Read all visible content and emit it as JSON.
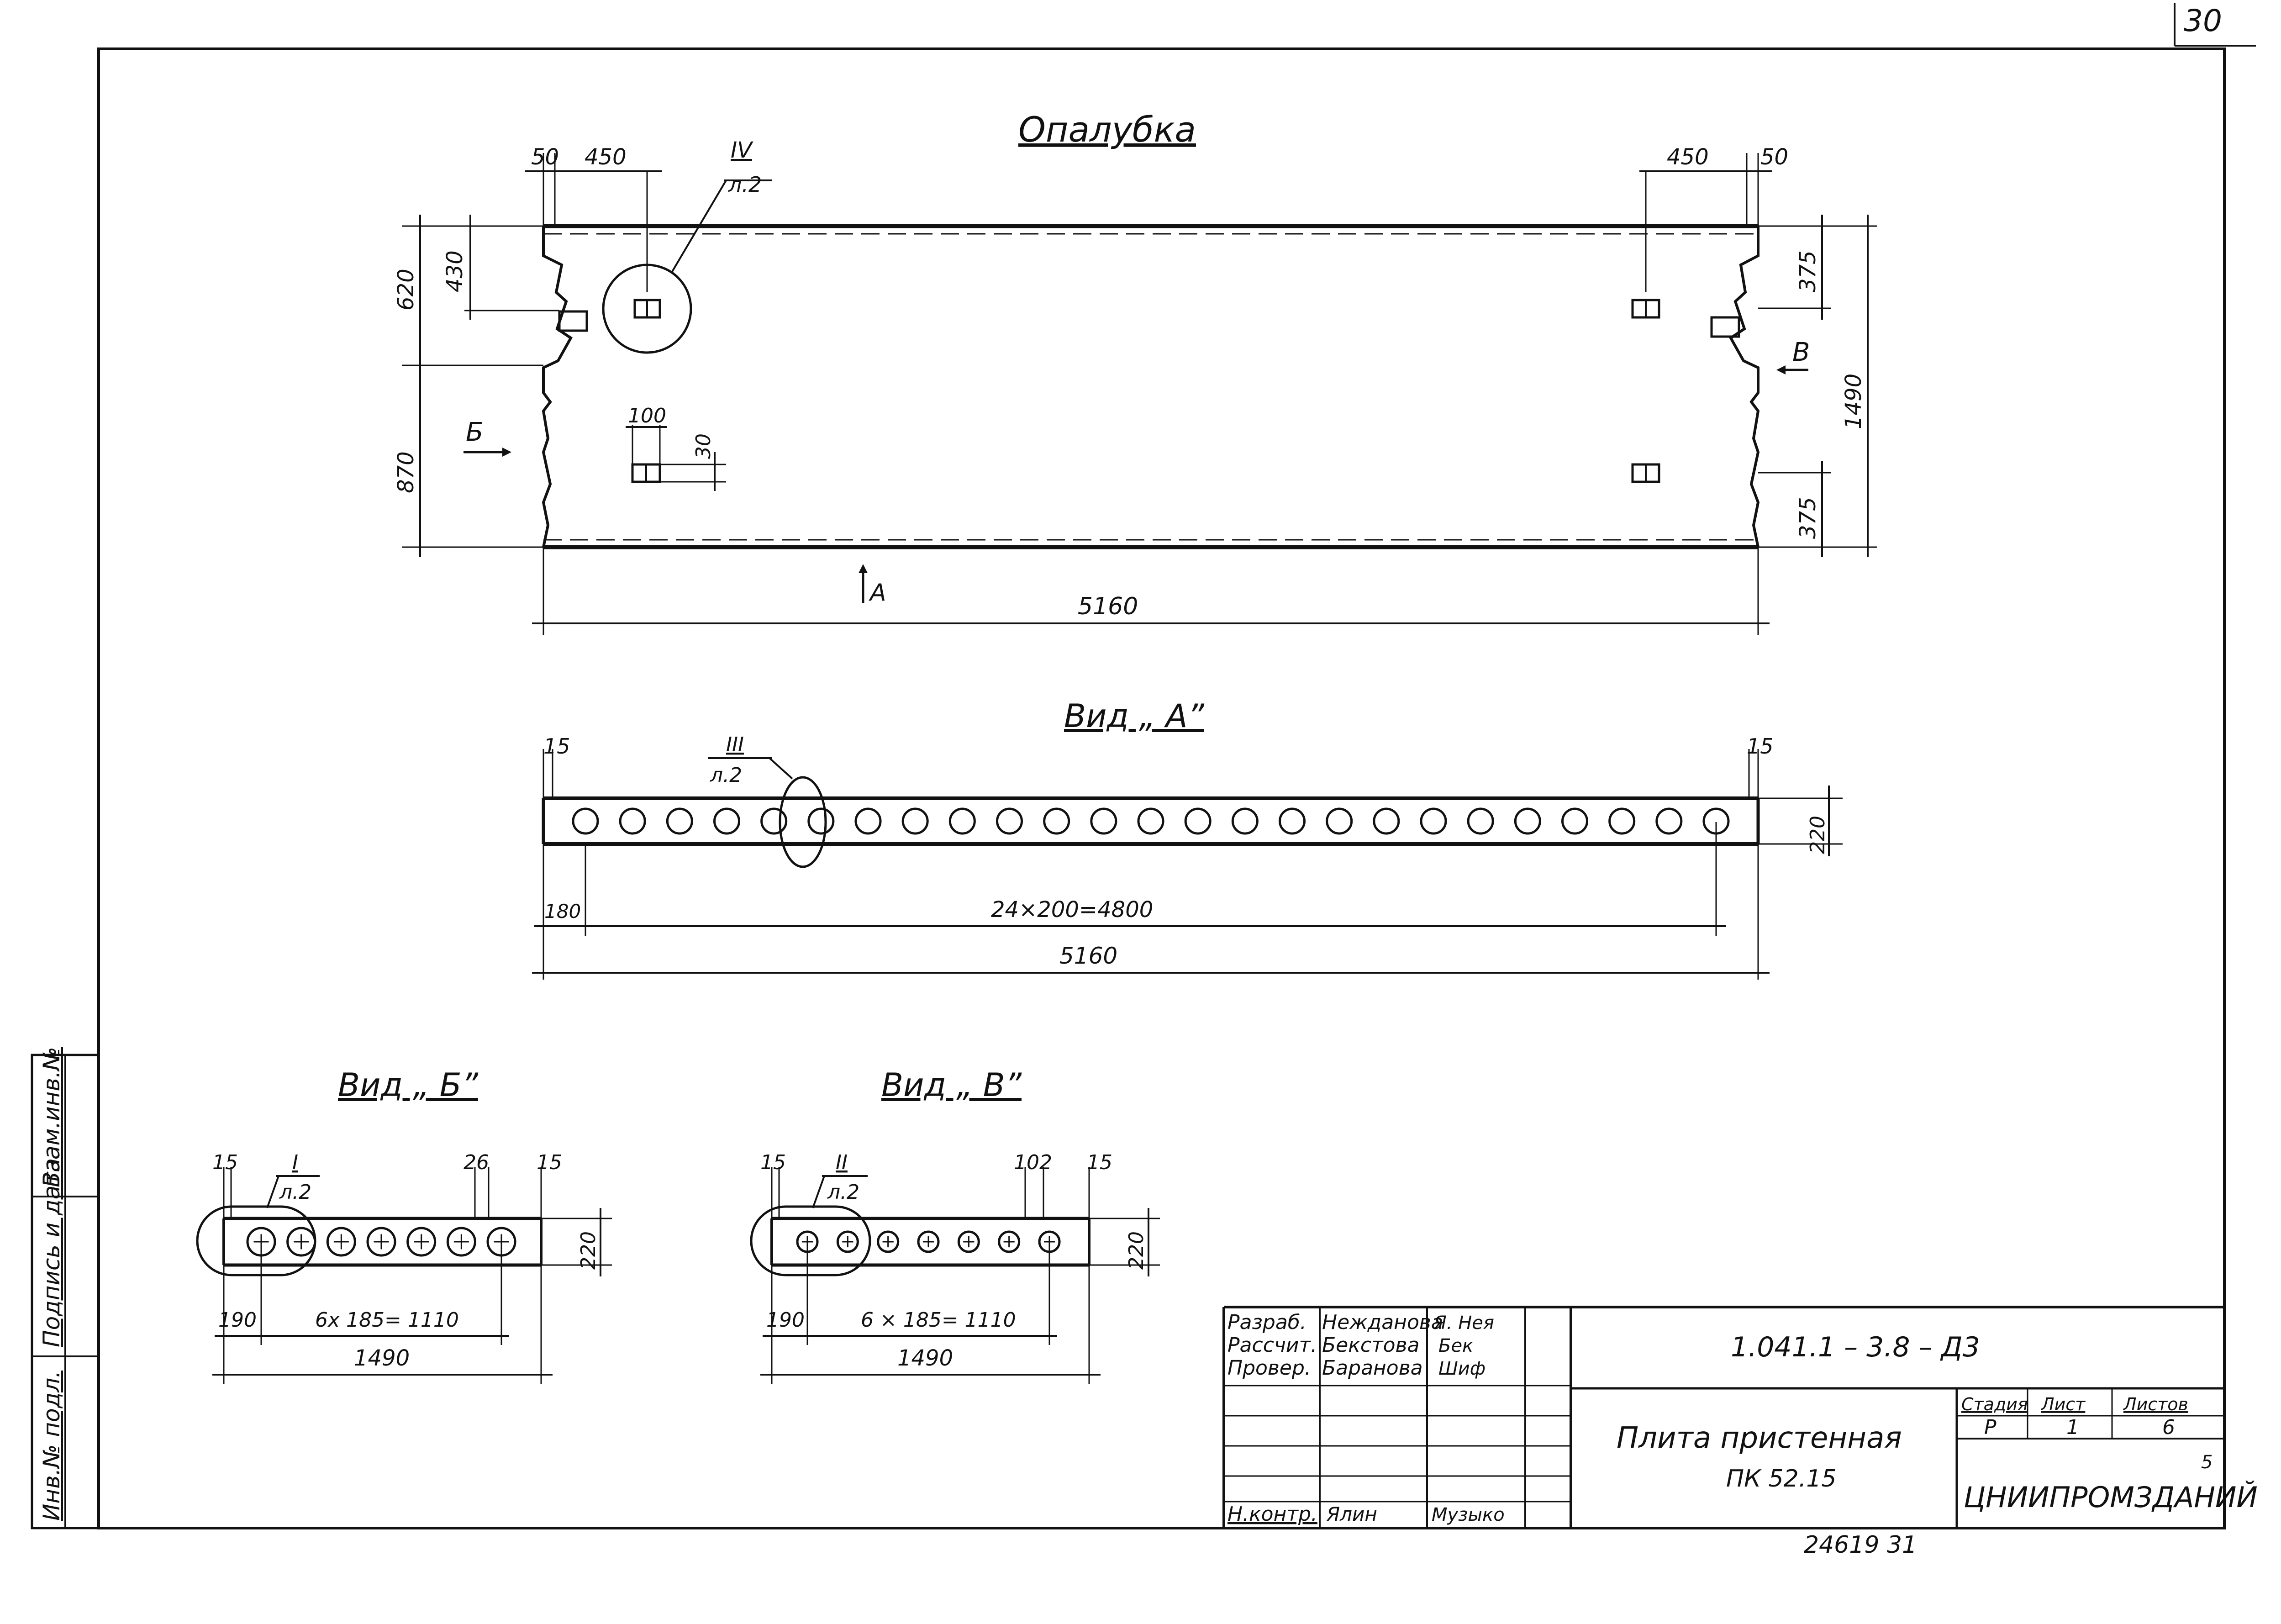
{
  "sheet": {
    "page_number": "30",
    "footer_number": "24619 31"
  },
  "views": {
    "formwork": {
      "title": "Опалубка",
      "dims": {
        "left_end": "50",
        "left_slot_offset": "450",
        "right_slot_offset": "450",
        "right_end": "50",
        "left_top_620": "620",
        "left_top_430": "430",
        "left_bottom_870": "870",
        "right_top_375": "375",
        "right_bottom_375": "375",
        "right_total_1490": "1490",
        "slot_width_100": "100",
        "slot_height_30": "30",
        "total_length": "5160"
      },
      "callout": {
        "numeral": "IV",
        "sheet_ref": "л.2"
      },
      "section_b": "Б",
      "section_v": "В",
      "section_a": "А"
    },
    "view_a": {
      "title": "Вид „ А”",
      "dims": {
        "left_edge": "15",
        "right_edge": "15",
        "height": "220",
        "first_offset": "180",
        "spacing": "24×200=4800",
        "total": "5160"
      },
      "callout": {
        "numeral": "III",
        "sheet_ref": "л.2"
      },
      "hole_count": 25
    },
    "view_b": {
      "title": "Вид „ Б”",
      "dims": {
        "left_edge": "15",
        "dim_26": "26",
        "right_edge": "15",
        "height": "220",
        "first_offset": "190",
        "spacing": "6x 185= 1110",
        "total": "1490"
      },
      "callout": {
        "numeral": "I",
        "sheet_ref": "л.2"
      },
      "hole_count": 7
    },
    "view_v": {
      "title": "Вид „ В”",
      "dims": {
        "left_edge": "15",
        "dim_102": "102",
        "right_edge": "15",
        "height": "220",
        "first_offset": "190",
        "spacing": "6 × 185= 1110",
        "total": "1490"
      },
      "callout": {
        "numeral": "II",
        "sheet_ref": "л.2"
      },
      "hole_count": 7
    }
  },
  "side_stamp": {
    "labels": [
      "Инв.№ подл.",
      "Подпись и дата",
      "Взам.инв.№"
    ]
  },
  "title_block": {
    "doc_code": "1.041.1 – 3.8 – Д3",
    "title_line1": "Плита пристенная",
    "title_line2": "ПК 52.15",
    "stage_header": "Стадия",
    "sheet_header": "Лист",
    "sheets_header": "Листов",
    "stage_value": "Р",
    "sheet_value": "1",
    "sheets_value": "6",
    "organization": "ЦНИИПРОМЗДАНИЙ",
    "org_superscript": "5",
    "roles": [
      {
        "role": "Разраб.",
        "name": "Нежданова",
        "sign": "Я. Нея"
      },
      {
        "role": "Рассчит.",
        "name": "Бекстова",
        "sign": "Бек"
      },
      {
        "role": "Провер.",
        "name": "Баранова",
        "sign": "Шиф"
      },
      {
        "role": "Н.контр.",
        "name": "Ялин",
        "sign": "Музыко"
      }
    ]
  }
}
